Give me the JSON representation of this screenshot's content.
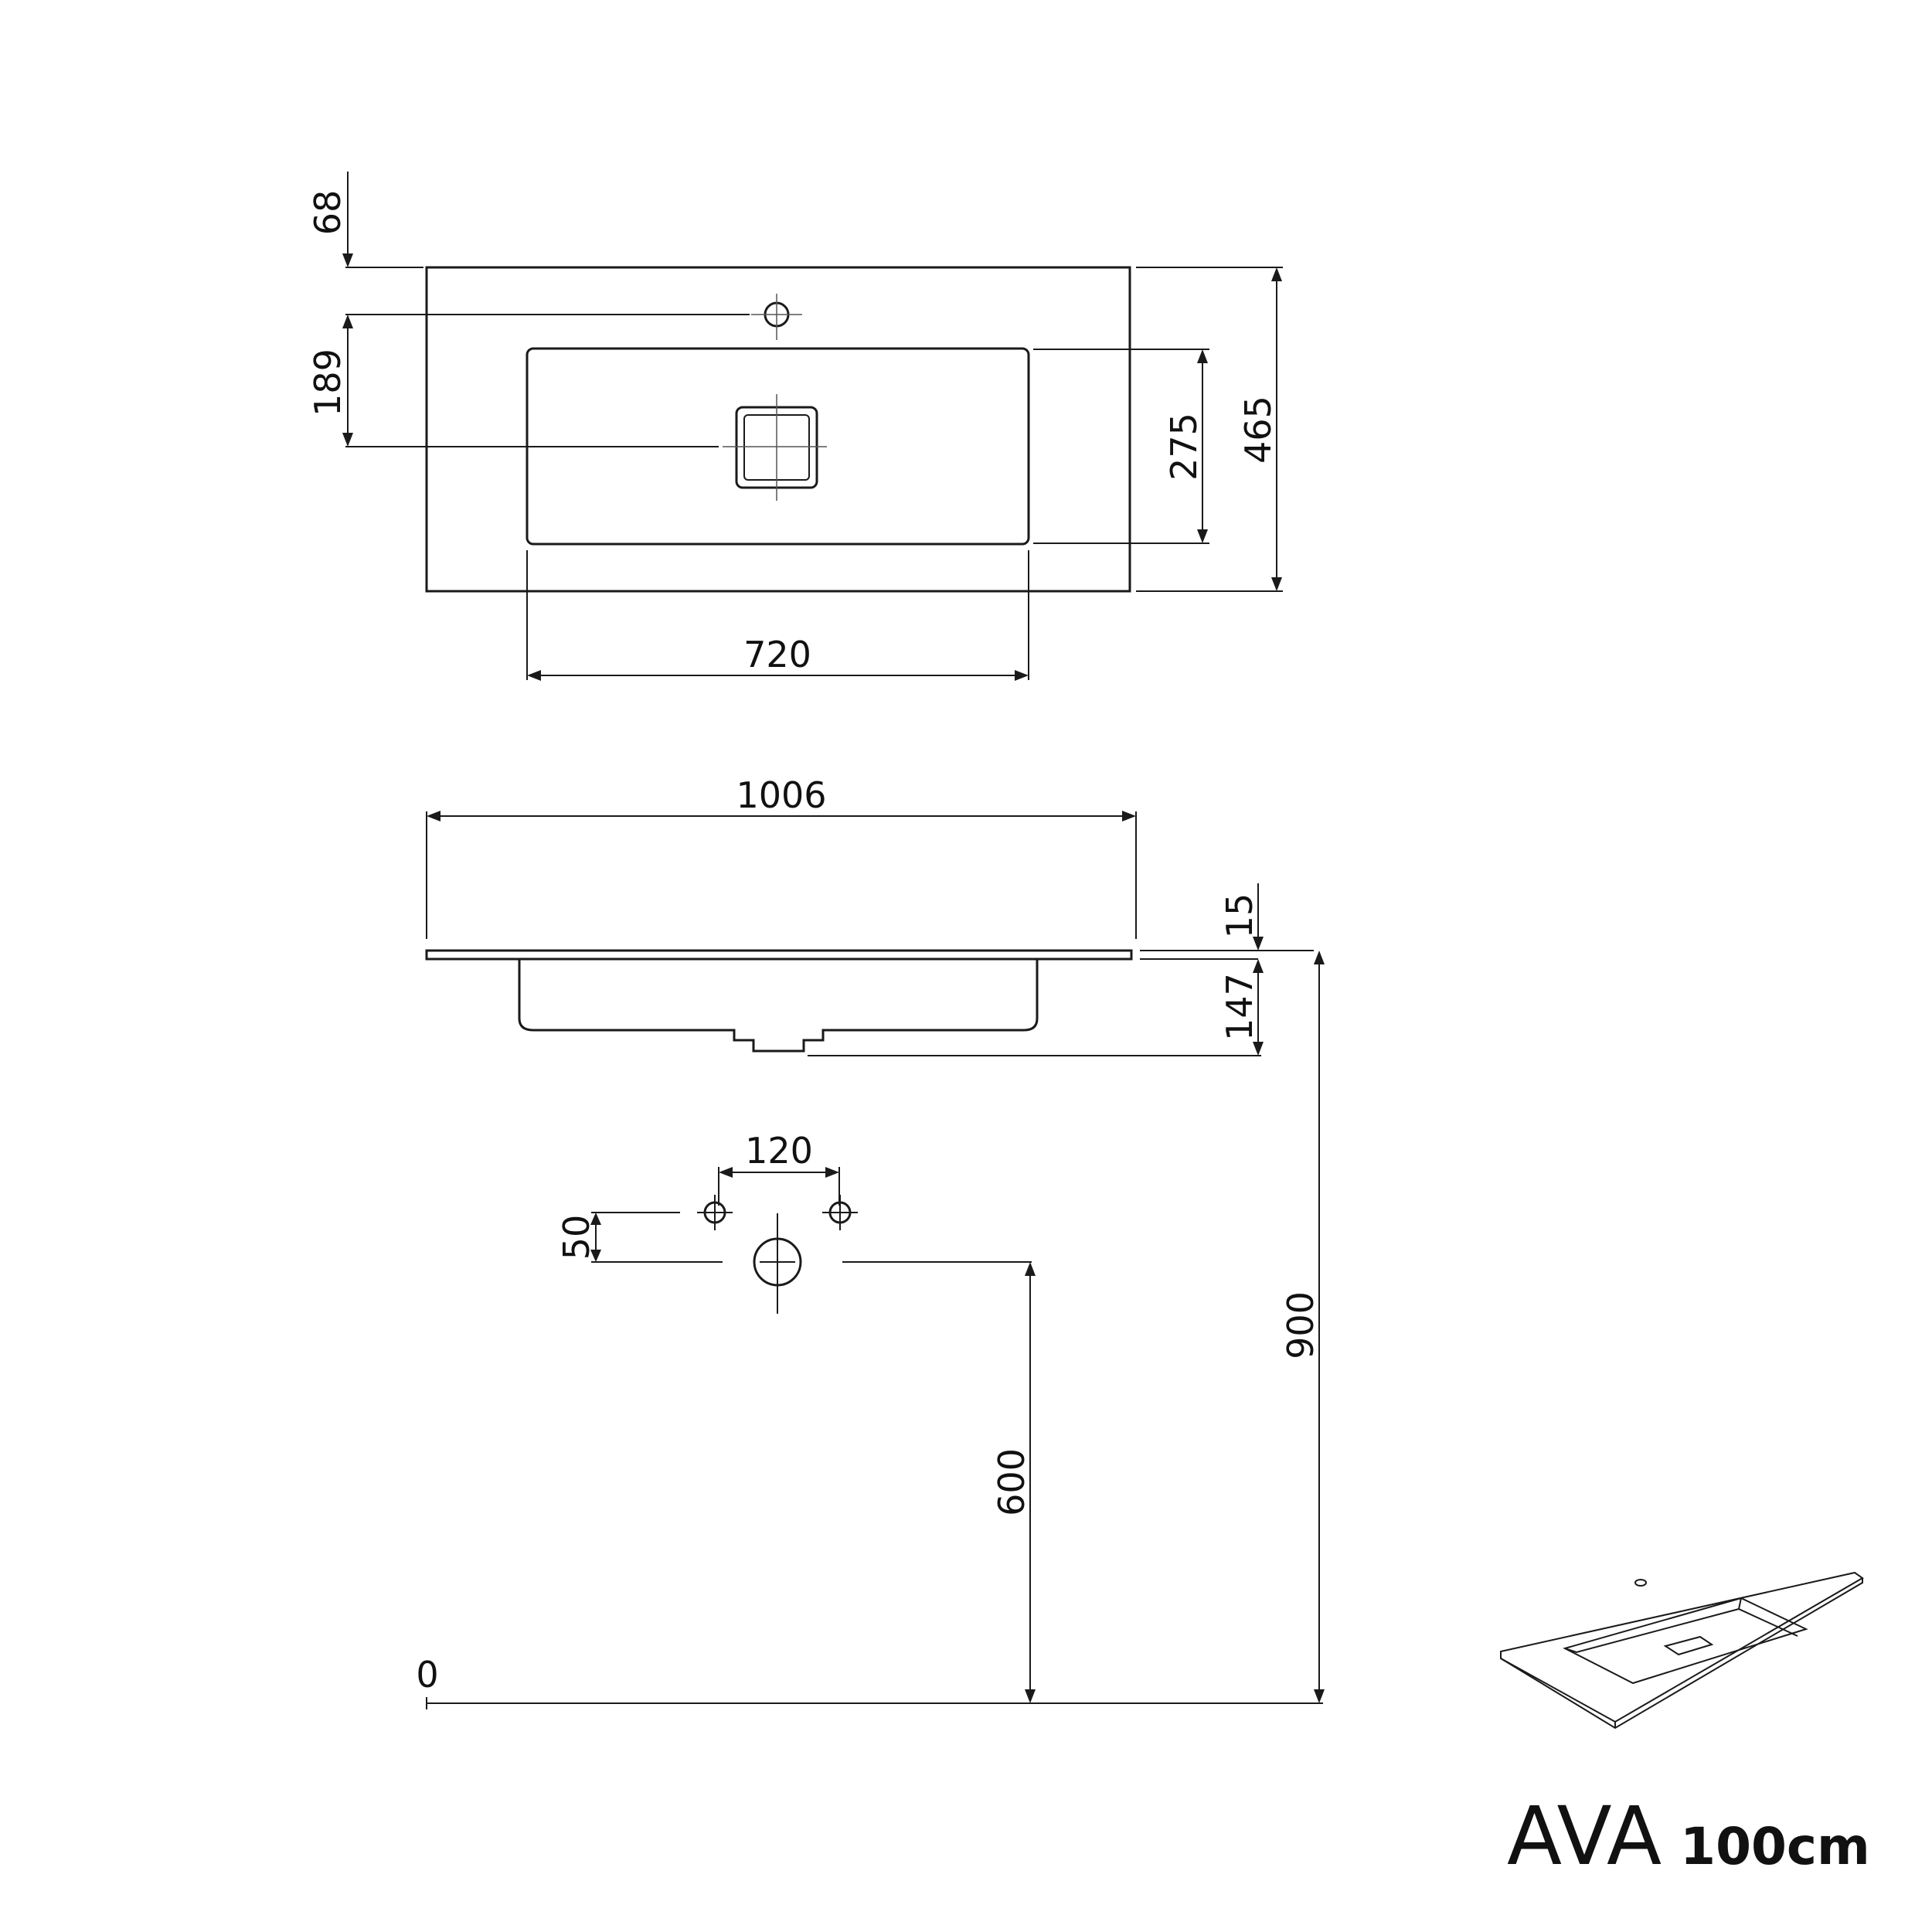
{
  "title": {
    "name": "AVA",
    "size": "100cm"
  },
  "dimensions": {
    "tap_offset": "68",
    "drain_offset": "189",
    "basin_depth_inner": "275",
    "overall_depth": "465",
    "basin_width": "720",
    "overall_width": "1006",
    "slab_thickness": "15",
    "bowl_height": "147",
    "tap_hole_spacing": "120",
    "drain_hole_offset": "50",
    "drain_height": "600",
    "top_height": "900",
    "floor_level": "0"
  }
}
